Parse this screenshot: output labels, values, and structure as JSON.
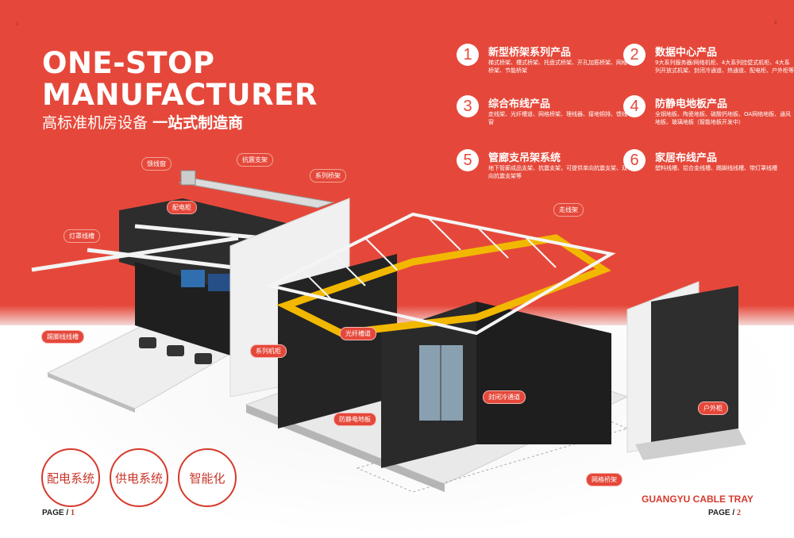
{
  "page_markers": {
    "left": "1",
    "right": "2"
  },
  "title": {
    "line1": "ONE-STOP",
    "line2": "MANUFACTURER",
    "cn_regular": "高标准机房设备",
    "cn_bold": "一站式制造商"
  },
  "features": [
    {
      "num": "1",
      "title": "新型桥架系列产品",
      "desc": "梯式桥架、槽式桥架、托盘式桥架、开孔加筋桥架、网格桥架、节能桥架"
    },
    {
      "num": "2",
      "title": "数据中心产品",
      "desc": "9大系列服务器/网络机柜、4大系列挂壁式机柜、4大系列开放式机架、封闭冷通道、热通道、配电柜、户外柜等"
    },
    {
      "num": "3",
      "title": "综合布线产品",
      "desc": "走线架、光纤槽道、网格桥架、理线器、接地铜排、馈线窗"
    },
    {
      "num": "4",
      "title": "防静电地板产品",
      "desc": "全钢地板、陶瓷地板、硫酸钙地板、OA网络地板、通风地板、玻璃地板（智能地板开发中）"
    },
    {
      "num": "5",
      "title": "管廊支吊架系统",
      "desc": "地下管廊成品支架、抗震支架，可提供单向抗震支架、双向抗震支架等"
    },
    {
      "num": "6",
      "title": "家居布线产品",
      "desc": "塑料线槽、铝合金线槽、踢脚线线槽、带灯罩线槽"
    }
  ],
  "callouts": [
    {
      "id": "feeder-window",
      "label": "馈线窗"
    },
    {
      "id": "seismic-bracket",
      "label": "抗震支架"
    },
    {
      "id": "series-tray",
      "label": "系列桥架"
    },
    {
      "id": "distribution-cabinet",
      "label": "配电柜"
    },
    {
      "id": "lamp-trunking",
      "label": "灯罩线槽"
    },
    {
      "id": "skirting-trunking",
      "label": "踢脚线线槽"
    },
    {
      "id": "series-cabinet",
      "label": "系列机柜"
    },
    {
      "id": "cable-ladder",
      "label": "走线架"
    },
    {
      "id": "fiber-trough",
      "label": "光纤槽道"
    },
    {
      "id": "cold-aisle",
      "label": "封闭冷通道"
    },
    {
      "id": "antistatic-floor",
      "label": "防静电地板"
    },
    {
      "id": "outdoor-cabinet",
      "label": "户外柜"
    },
    {
      "id": "wire-mesh-tray",
      "label": "网格桥架"
    }
  ],
  "systems": [
    {
      "label": "配电系统"
    },
    {
      "label": "供电系统"
    },
    {
      "label": "智能化"
    }
  ],
  "footer": {
    "brand": "GUANGYU CABLE TRAY",
    "page_prefix": "PAGE / ",
    "left_page": "1",
    "right_page": "2"
  },
  "colors": {
    "accent": "#e5483a",
    "dark_accent": "#c9362a",
    "tray_yellow": "#f2b800",
    "cabinet": "#2b2b2b"
  }
}
